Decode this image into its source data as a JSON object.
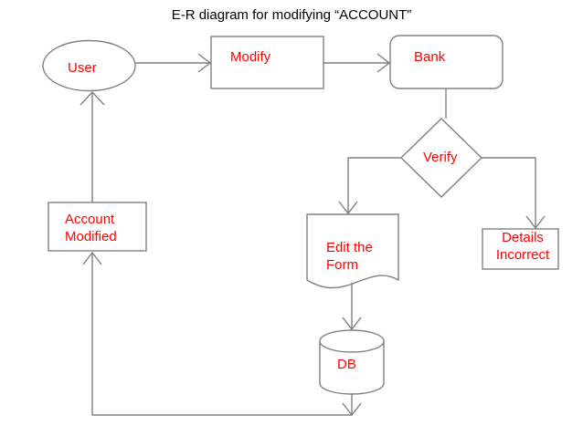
{
  "title": "E-R diagram for modifying “ACCOUNT”",
  "colors": {
    "node_text": "#ff0000",
    "title_text": "#000000",
    "stroke": "#808080",
    "background": "#ffffff"
  },
  "nodes": {
    "user": {
      "label": "User",
      "shape": "ellipse"
    },
    "modify": {
      "label": "Modify",
      "shape": "rectangle"
    },
    "bank": {
      "label": "Bank",
      "shape": "rounded-rectangle"
    },
    "verify": {
      "label": "Verify",
      "shape": "diamond"
    },
    "account": {
      "label": "Account\nModified",
      "shape": "rectangle"
    },
    "edit": {
      "label": "Edit the\nForm",
      "shape": "document"
    },
    "details": {
      "label": "Details\nIncorrect",
      "shape": "rectangle"
    },
    "db": {
      "label": "DB",
      "shape": "cylinder"
    }
  },
  "edges": [
    {
      "from": "user",
      "to": "modify",
      "arrow": "open"
    },
    {
      "from": "modify",
      "to": "bank",
      "arrow": "open"
    },
    {
      "from": "bank",
      "to": "verify",
      "arrow": "none"
    },
    {
      "from": "verify",
      "to": "edit",
      "arrow": "open"
    },
    {
      "from": "verify",
      "to": "details",
      "arrow": "open"
    },
    {
      "from": "edit",
      "to": "db",
      "arrow": "open"
    },
    {
      "from": "db",
      "to": "account",
      "arrow": "open"
    },
    {
      "from": "account",
      "to": "user",
      "arrow": "open"
    }
  ]
}
